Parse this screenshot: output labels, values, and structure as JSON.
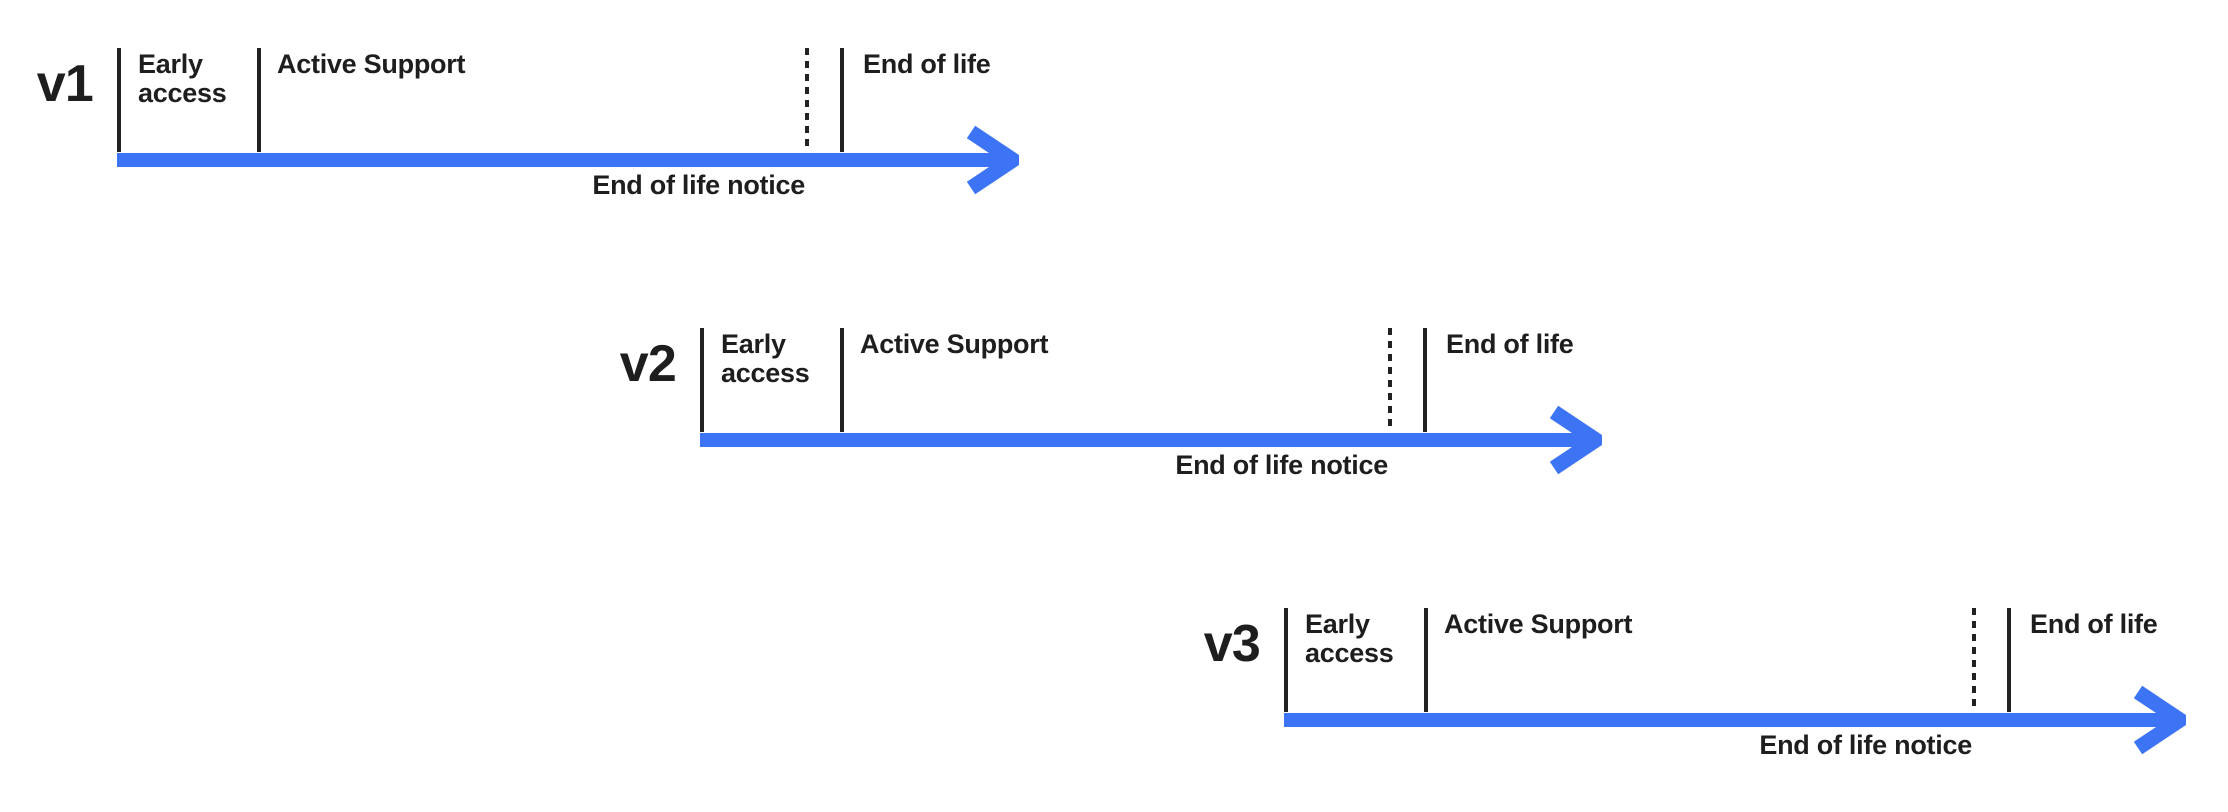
{
  "colors": {
    "accent_blue": "#3D73F5",
    "ink": "#1E1E1E"
  },
  "timelines": [
    {
      "version": "v1",
      "early_access_label": "Early access",
      "active_support_label": "Active Support",
      "end_of_life_label": "End of life",
      "eol_notice_label": "End of life notice"
    },
    {
      "version": "v2",
      "early_access_label": "Early access",
      "active_support_label": "Active Support",
      "end_of_life_label": "End of life",
      "eol_notice_label": "End of life notice"
    },
    {
      "version": "v3",
      "early_access_label": "Early access",
      "active_support_label": "Active Support",
      "end_of_life_label": "End of life",
      "eol_notice_label": "End of life notice"
    }
  ]
}
